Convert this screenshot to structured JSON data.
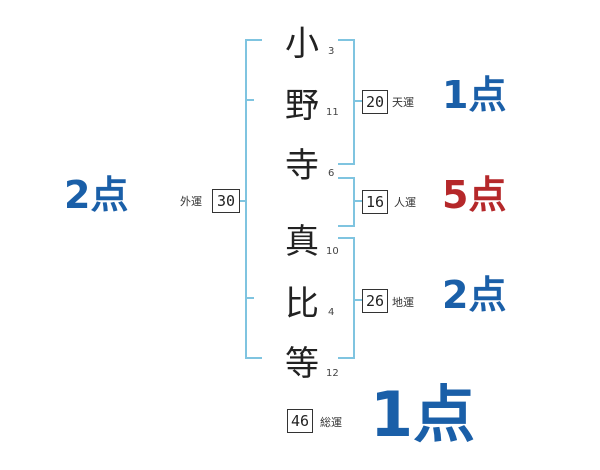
{
  "name": {
    "chars": [
      {
        "char": "小",
        "strokes": "3"
      },
      {
        "char": "野",
        "strokes": "11"
      },
      {
        "char": "寺",
        "strokes": "6"
      },
      {
        "char": "真",
        "strokes": "10"
      },
      {
        "char": "比",
        "strokes": "4"
      },
      {
        "char": "等",
        "strokes": "12"
      }
    ]
  },
  "fortunes": {
    "tenkaku": {
      "label": "天運",
      "value": "20",
      "score": "1点"
    },
    "jinkaku": {
      "label": "人運",
      "value": "16",
      "score": "5点"
    },
    "chikaku": {
      "label": "地運",
      "value": "26",
      "score": "2点"
    },
    "gaikaku": {
      "label": "外運",
      "value": "30",
      "score": "2点"
    },
    "soukaku": {
      "label": "総運",
      "value": "46",
      "score": "1点"
    }
  },
  "colors": {
    "bracket": "#7fc4e0",
    "score_blue": "#1a5fa8",
    "score_red": "#b5282a"
  }
}
